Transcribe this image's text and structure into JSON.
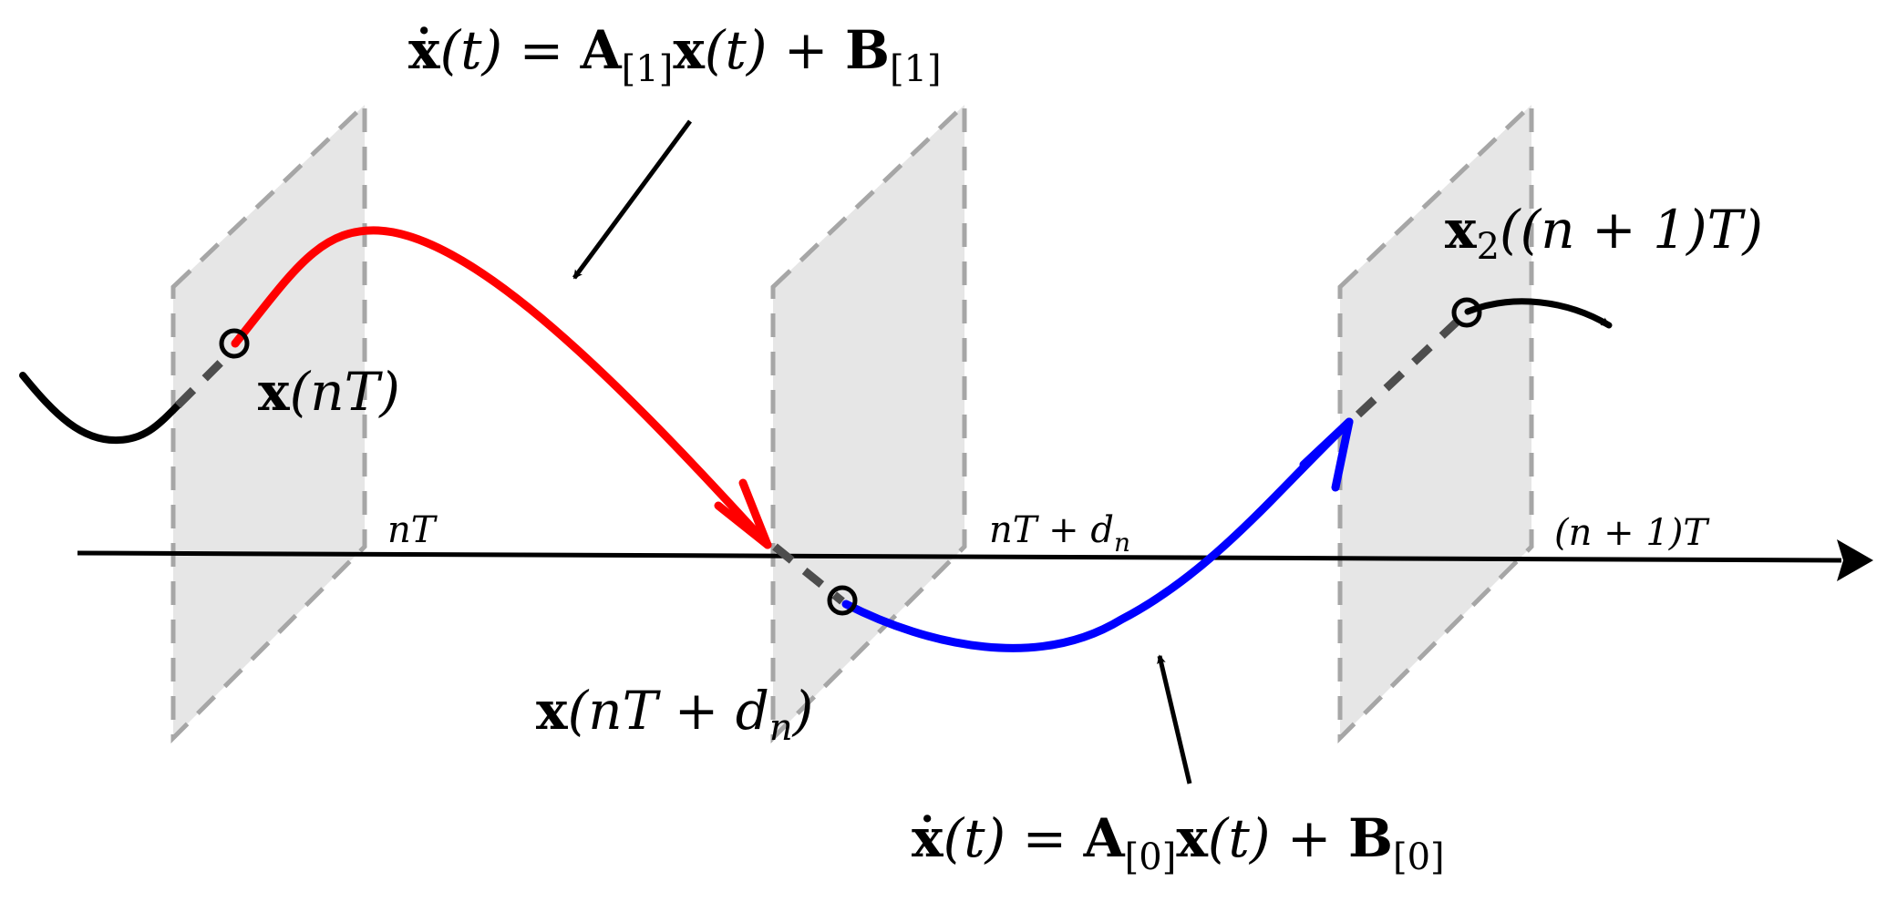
{
  "colors": {
    "plane_fill": "#e6e6e6",
    "plane_edge": "#a6a6a6",
    "axis": "#000000",
    "mode1_trajectory": "#ff0000",
    "mode0_trajectory": "#0000ff",
    "free_trajectory": "#000000",
    "jump_segment": "#4d4d4d"
  },
  "axis_ticks": {
    "nT": "nT",
    "nT_plus_dn": "nT + d",
    "nT_plus_dn_sub": "n",
    "n_plus_1_T": "(n + 1)T"
  },
  "eq_mode1": {
    "lhs": "ẋ",
    "t1": "(t) = ",
    "A": "A",
    "A_sub": "[1]",
    "x": "x",
    "t2": "(t) + ",
    "B": "B",
    "B_sub": "[1]"
  },
  "eq_mode0": {
    "lhs": "ẋ",
    "t1": "(t) = ",
    "A": "A",
    "A_sub": "[0]",
    "x": "x",
    "t2": "(t) + ",
    "B": "B",
    "B_sub": "[0]"
  },
  "state_nT": {
    "x": "x",
    "arg": "(nT)"
  },
  "state_nT_dn": {
    "x": "x",
    "arg": "(nT + d",
    "sub": "n",
    "close": ")"
  },
  "state_next": {
    "x": "x",
    "sub": "2",
    "arg": "((n + 1)T)"
  }
}
